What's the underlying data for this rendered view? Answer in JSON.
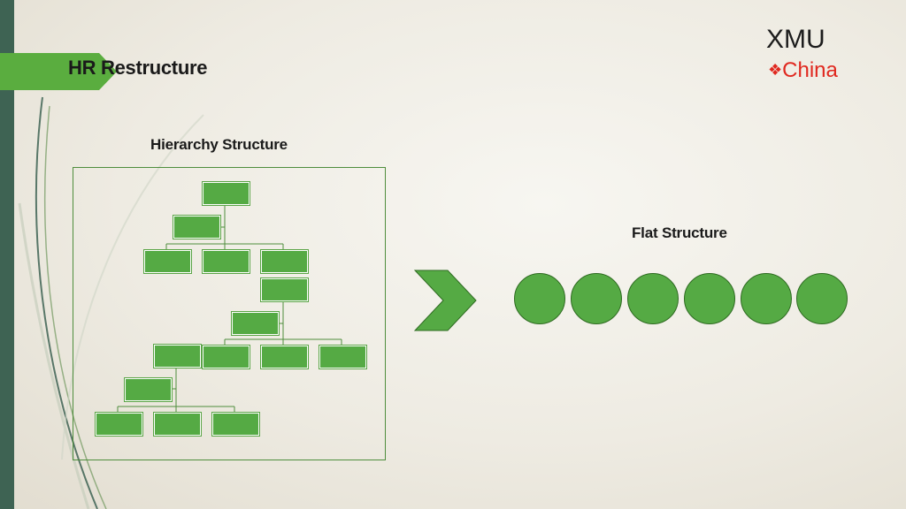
{
  "slide": {
    "title": "HR Restructure",
    "brand": "XMU",
    "brand_sub_bullet": "❖",
    "brand_sub": "China"
  },
  "hierarchy": {
    "caption": "Hierarchy Structure"
  },
  "flat": {
    "caption": "Flat Structure",
    "circle_count": 6
  },
  "colors": {
    "accent_green": "#55aa44",
    "dark_bar": "#3e6353",
    "brand_red": "#e0281f"
  },
  "icons": [
    "chevron-right-icon"
  ]
}
